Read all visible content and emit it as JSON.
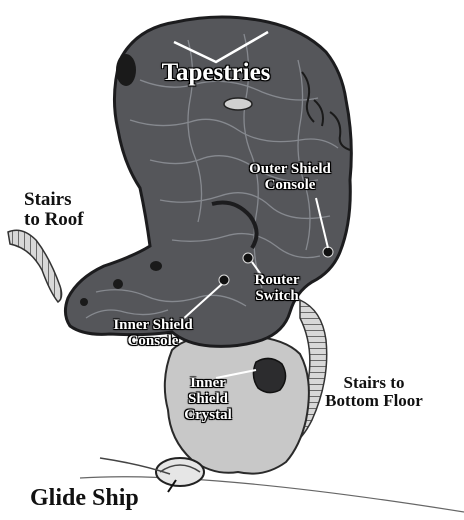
{
  "map": {
    "labels": {
      "tapestries": "Tapestries",
      "outer_shield_console": "Outer Shield\nConsole",
      "stairs_to_roof": "Stairs\nto Roof",
      "router_switch": "Router\nSwitch",
      "inner_shield_console": "Inner Shield\nConsole",
      "inner_shield_crystal": "Inner\nShield\nCrystal",
      "stairs_to_bottom_floor": "Stairs to\nBottom Floor",
      "glide_ship": "Glide Ship"
    },
    "colors": {
      "floor": "#55565a",
      "floor_edge": "#1c1c1e",
      "crack": "#8c8f95",
      "lower_chamber": "#c8c8c8",
      "background": "#ffffff"
    }
  }
}
